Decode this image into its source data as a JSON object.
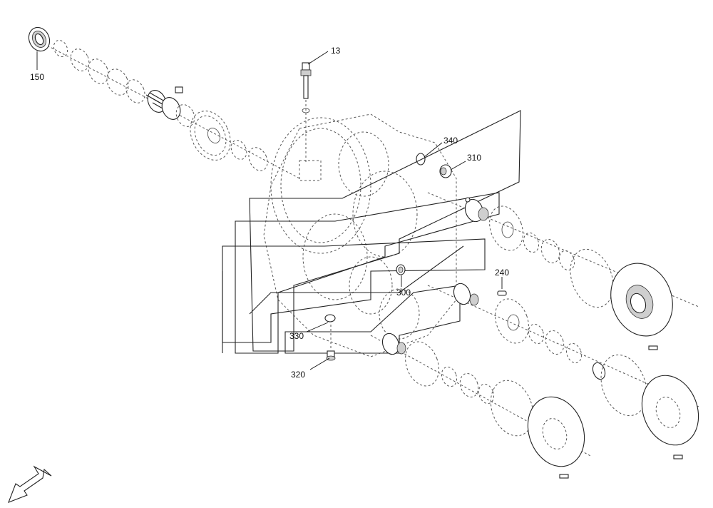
{
  "colors": {
    "line": "#222222",
    "background": "#ffffff",
    "shade": "#cfcfcf"
  },
  "callouts": [
    {
      "id": "c150",
      "label": "150"
    },
    {
      "id": "c13",
      "label": "13"
    },
    {
      "id": "c340",
      "label": "340"
    },
    {
      "id": "c310",
      "label": "310"
    },
    {
      "id": "c240",
      "label": "240"
    },
    {
      "id": "c300",
      "label": "300"
    },
    {
      "id": "c330",
      "label": "330"
    },
    {
      "id": "c320",
      "label": "320"
    }
  ],
  "icons": {
    "orientation": "direction-arrow-icon"
  }
}
